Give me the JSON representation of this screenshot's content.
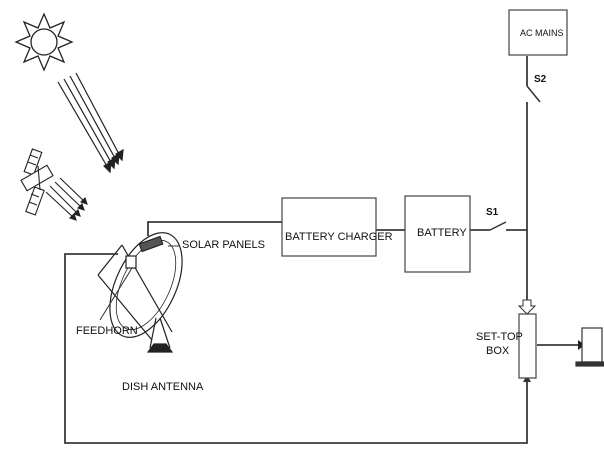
{
  "labels": {
    "ac_mains": "AC MAINS",
    "s2": "S2",
    "s1": "S1",
    "battery_charger": "BATTERY CHARGER",
    "battery": "BATTERY",
    "solar_panels": "SOLAR PANELS",
    "feedhorn": "FEEDHORN",
    "dish_antenna": "DISH ANTENNA",
    "set_top_line1": "SET-TOP",
    "set_top_line2": "BOX"
  },
  "icons": [
    "sun-icon",
    "satellite-icon",
    "dish-antenna-icon",
    "tv-icon",
    "arrow-down-icon"
  ],
  "colors": {
    "line": "#3a3a3a",
    "text": "#111111",
    "background": "#ffffff"
  }
}
